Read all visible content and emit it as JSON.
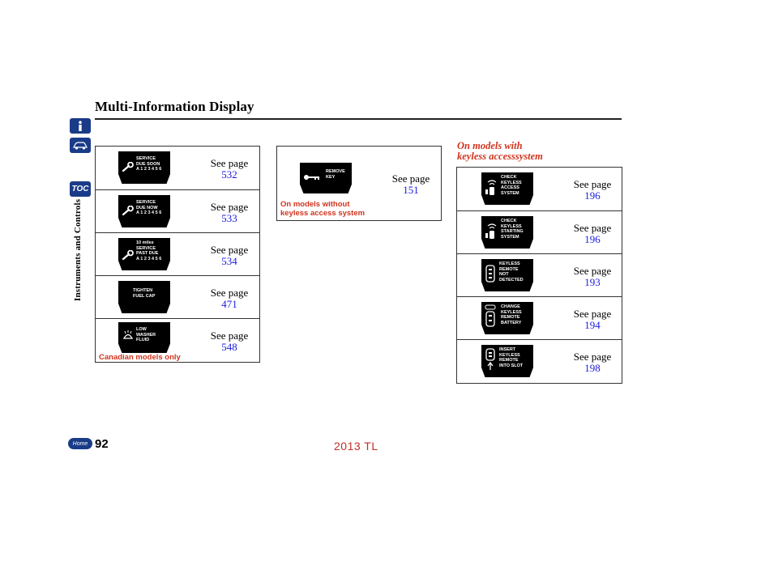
{
  "header": {
    "title": "Multi-Information Display"
  },
  "sidebar": {
    "toc_label": "TOC",
    "section_label": "Instruments and Controls"
  },
  "footer": {
    "home_label": "Home",
    "page_number": "92",
    "model": "2013 TL"
  },
  "see_label": "See page",
  "left_table": {
    "note": "Canadian models only",
    "rows": [
      {
        "screen": "SERVICE\nDUE SOON\nA 1 2 3 4 5 6",
        "icon": "wrench-icon",
        "page": "532"
      },
      {
        "screen": "SERVICE\nDUE NOW\nA 1 2 3 4 5 6",
        "icon": "wrench-icon",
        "page": "533"
      },
      {
        "screen": "10 miles\nSERVICE\nPAST DUE\nA 1 2 3 4 5 6",
        "icon": "wrench-icon",
        "page": "534"
      },
      {
        "screen": "TIGHTEN\nFUEL CAP",
        "icon": "",
        "page": "471"
      },
      {
        "screen": "LOW\nWASHER\nFLUID",
        "icon": "washer-fluid-icon",
        "page": "548"
      }
    ]
  },
  "middle_table": {
    "note": "On models without\nkeyless access system",
    "screen": "REMOVE\nKEY",
    "icon": "key-icon",
    "page": "151"
  },
  "right_table": {
    "heading": "On models with\nkeyless accesssystem",
    "rows": [
      {
        "screen": "CHECK\nKEYLESS\nACCESS\nSYSTEM",
        "icon": "keyless-signal-icon",
        "page": "196"
      },
      {
        "screen": "CHECK\nKEYLESS\nSTARTING\nSYSTEM",
        "icon": "keyless-signal-icon",
        "page": "196"
      },
      {
        "screen": "KEYLESS\nREMOTE\nNOT\nDETECTED",
        "icon": "key-fob-icon",
        "page": "193"
      },
      {
        "screen": "CHANGE\nKEYLESS\nREMOTE\nBATTERY",
        "icon": "key-fob-battery-icon",
        "page": "194"
      },
      {
        "screen": "INSERT\nKEYLESS\nREMOTE\nINTO SLOT",
        "icon": "key-fob-insert-icon",
        "page": "198"
      }
    ]
  }
}
